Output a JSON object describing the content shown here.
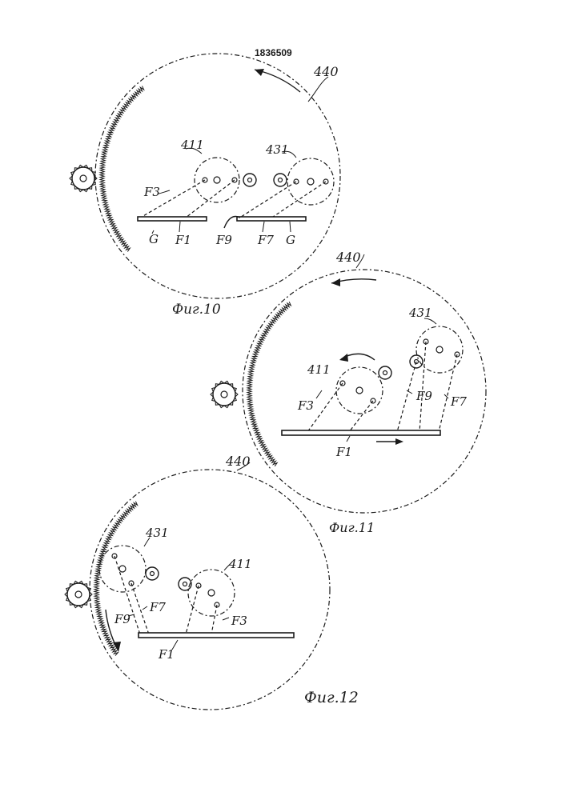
{
  "document_number": "1836509",
  "figures": [
    {
      "caption": "Фиг.10",
      "labels": {
        "drum": "440",
        "gear_a": "411",
        "gear_b": "431",
        "f3": "F3",
        "g_left": "G",
        "f1": "F1",
        "f9": "F9",
        "f7": "F7",
        "g_right": "G"
      }
    },
    {
      "caption": "Фиг.11",
      "labels": {
        "drum": "440",
        "gear_b": "431",
        "gear_a": "411",
        "f3": "F3",
        "f9": "F9",
        "f7": "F7",
        "f1": "F1"
      }
    },
    {
      "caption": "Фиг.12",
      "labels": {
        "drum": "440",
        "gear_b": "431",
        "gear_a": "411",
        "f7": "F7",
        "f9": "F9",
        "f3": "F3",
        "f1": "F1"
      }
    }
  ]
}
